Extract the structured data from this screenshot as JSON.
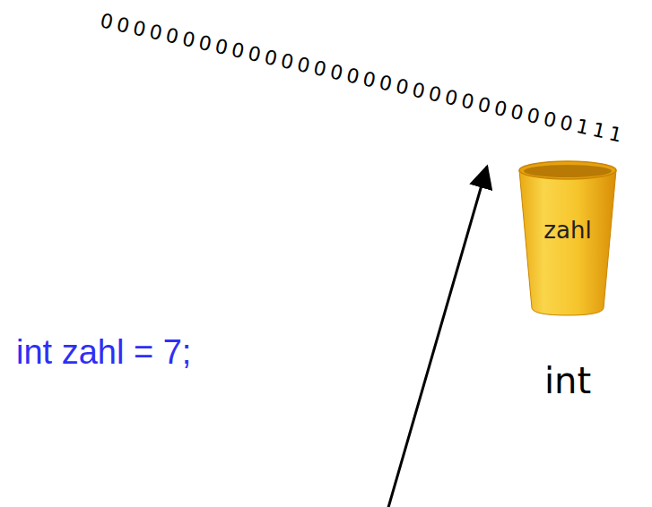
{
  "diagram": {
    "nodes": [
      {
        "text": [
          "zahl",
          "int"
        ]
      }
    ],
    "labels": [
      "00000000000000000000000000000111",
      "int zahl = 7;"
    ]
  }
}
